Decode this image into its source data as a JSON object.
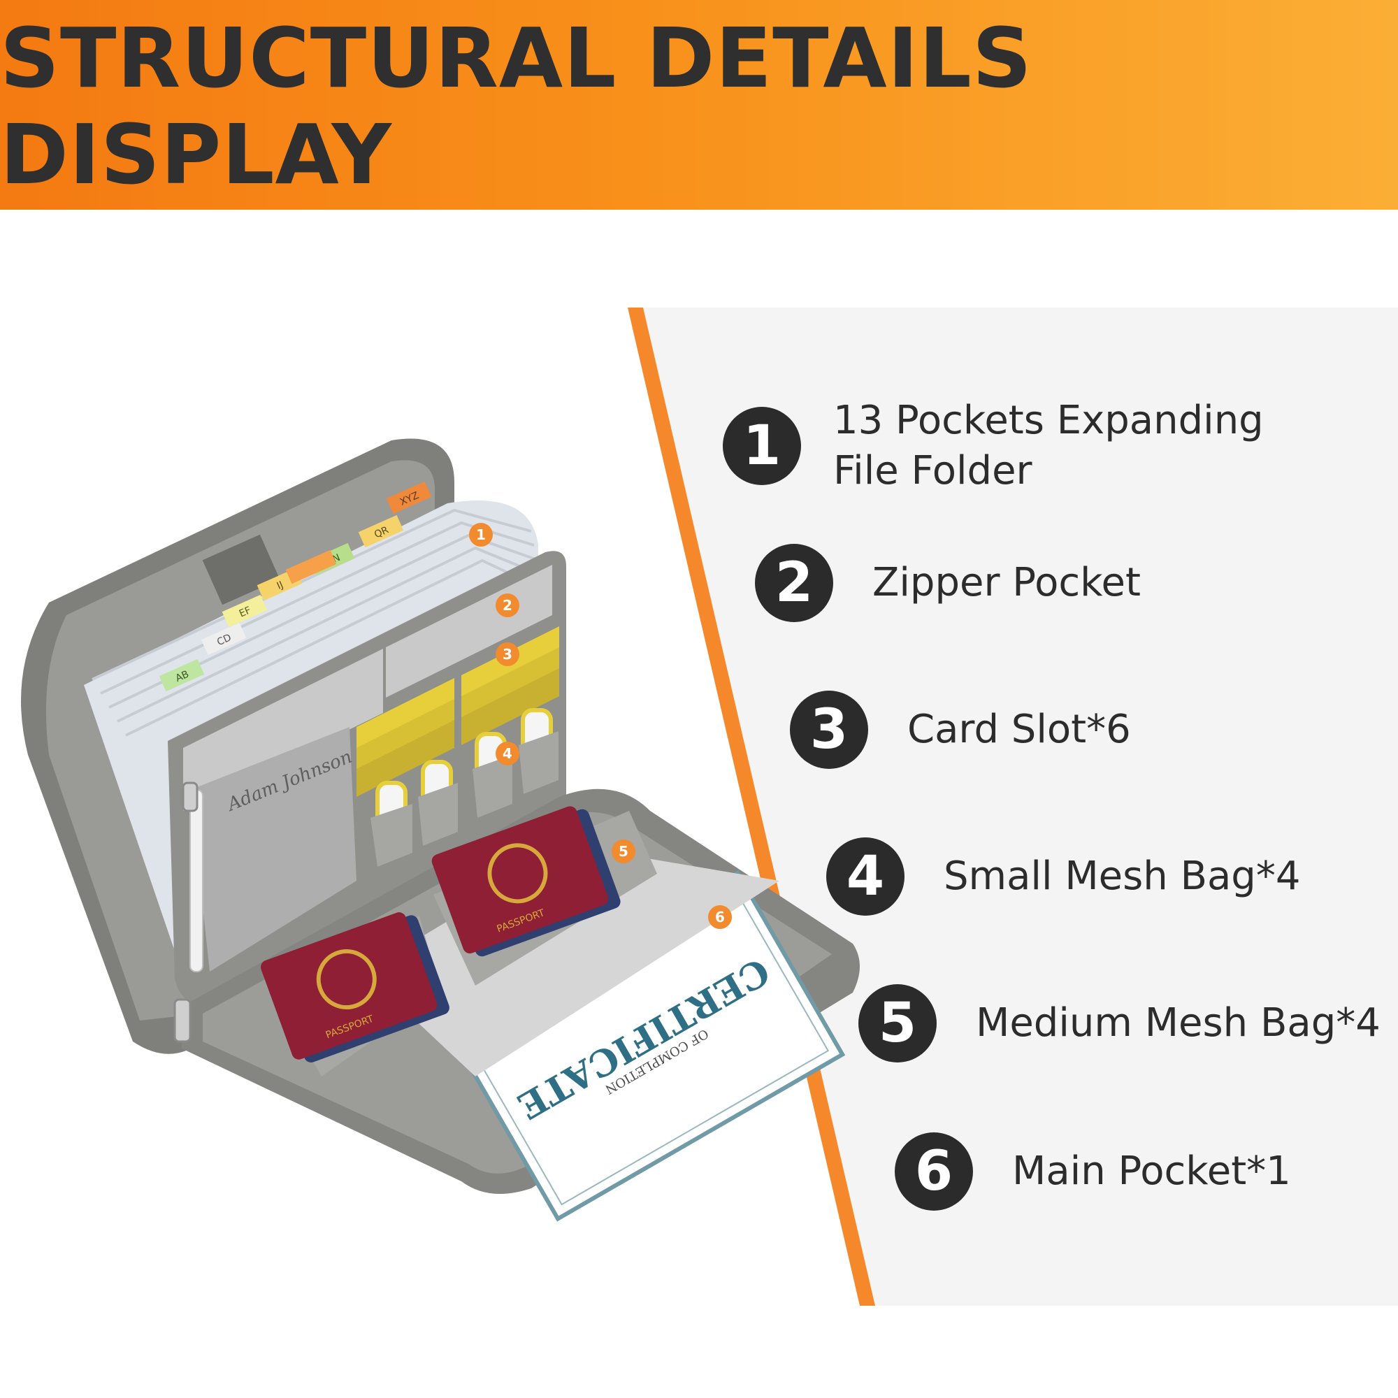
{
  "banner": {
    "title": "STRUCTURAL DETAILS DISPLAY",
    "colors": {
      "start": "#f47a12",
      "end": "#fbae35",
      "text": "#2f2f2f"
    }
  },
  "features": [
    {
      "number": "1",
      "label_line1": "13 Pockets Expanding",
      "label_line2": "File Folder"
    },
    {
      "number": "2",
      "label_line1": "Zipper Pocket"
    },
    {
      "number": "3",
      "label_line1": "Card Slot*6"
    },
    {
      "number": "4",
      "label_line1": "Small Mesh Bag*4"
    },
    {
      "number": "5",
      "label_line1": "Medium Mesh Bag*4"
    },
    {
      "number": "6",
      "label_line1": "Main Pocket*1"
    }
  ],
  "product": {
    "tab_labels": [
      "XYZ",
      "QR",
      "MN",
      "IJ",
      "EF",
      "CD",
      "AB"
    ],
    "markers": [
      "1",
      "2",
      "3",
      "4",
      "5",
      "6"
    ],
    "passport_label": "PASSPORT",
    "certificate_title": "CERTIFICATE",
    "certificate_sub": "OF COMPLETION",
    "signature": "Adam Johnson",
    "colors": {
      "case": "#7d7d7a",
      "marker": "#f28a2e",
      "passport": "#8e1f35",
      "card_stripe": "#e6cf3a"
    }
  }
}
